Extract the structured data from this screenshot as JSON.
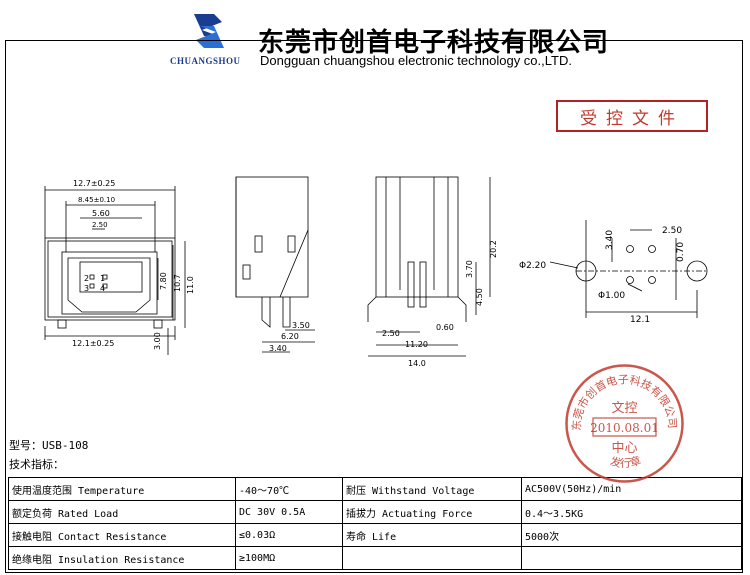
{
  "header": {
    "logo_name": "CHUANGSHOU",
    "company_cn": "东莞市创首电子科技有限公司",
    "company_en": "Dongguan chuangshou electronic technology co.,LTD."
  },
  "controlled_label": "受控文件",
  "drawing": {
    "front": {
      "width_total": "12.7±0.25",
      "pitch_outer": "8.45±0.10",
      "pitch_mid": "5.60",
      "pitch_inner": "2.50",
      "pins": [
        "2",
        "1",
        "3",
        "4"
      ],
      "height_780": "7.80",
      "height_1070": "10.7",
      "height_110": "11.0",
      "bottom_width": "12.1±0.25",
      "base_300": "3.00"
    },
    "side": {
      "dim_350": "3.50",
      "dim_620": "6.20",
      "dim_340": "3.40"
    },
    "rear": {
      "height_202": "20.2",
      "dim_370": "3.70",
      "dim_450": "4.50",
      "dim_250": "2.50",
      "dim_060": "0.60",
      "dim_1120": "11.20",
      "dim_140": "14.0"
    },
    "footprint": {
      "dim_340": "3.40",
      "dim_250": "2.50",
      "dim_070": "0.70",
      "hole_large": "Φ2.20",
      "hole_small": "Φ1.00",
      "span": "12.1"
    }
  },
  "model_label": "型号：USB-108",
  "spec_title": "技术指标：",
  "specs": [
    [
      "使用温度范围 Temperature",
      "-40～70℃",
      "耐压 Withstand Voltage",
      "AC500V(50Hz)/min"
    ],
    [
      "额定负荷 Rated Load",
      "DC 30V 0.5A",
      "插拔力 Actuating Force",
      "0.4～3.5KG"
    ],
    [
      "接触电阻 Contact Resistance",
      "≤0.03Ω",
      "寿命 Life",
      "5000次"
    ],
    [
      "绝缘电阻 Insulation Resistance",
      "≥100MΩ",
      "",
      ""
    ]
  ],
  "stamp": {
    "top_text": "东莞市创首电子科技有限公司",
    "line1": "文控",
    "date": "2010.08.01",
    "line2": "中心",
    "bottom_text": "发行章"
  },
  "colors": {
    "logo_blue": "#1a3d8f",
    "stamp_red": "#c0392b"
  }
}
